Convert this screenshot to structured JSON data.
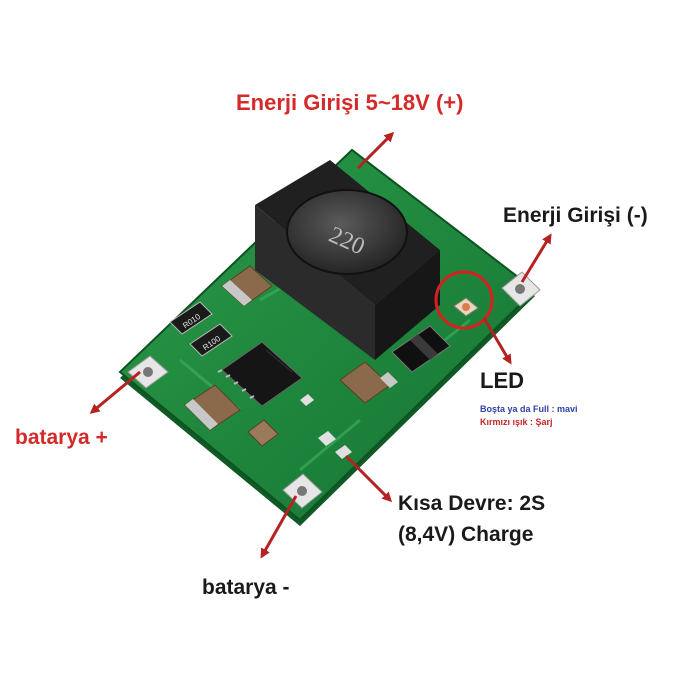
{
  "labels": {
    "input_plus": "Enerji Girişi 5~18V (+)",
    "input_minus": "Enerji Girişi (-)",
    "led": "LED",
    "led_note_idle": "Boşta ya da Full : mavi",
    "led_note_charge": "Kırmızı ışık : Şarj",
    "battery_plus": "batarya +",
    "short_circuit_line1": "Kısa Devre: 2S",
    "short_circuit_line2": "(8,4V) Charge",
    "battery_minus": "batarya -"
  },
  "board_markings": {
    "inductor_code": "220",
    "resistor_1": "R010",
    "resistor_2": "R100"
  },
  "colors": {
    "label_red": "#d42a2a",
    "label_dark": "#1a1a1a",
    "arrow_red": "#b52222",
    "pcb_green": "#1e8a3c",
    "led_circle": "#d82020"
  }
}
